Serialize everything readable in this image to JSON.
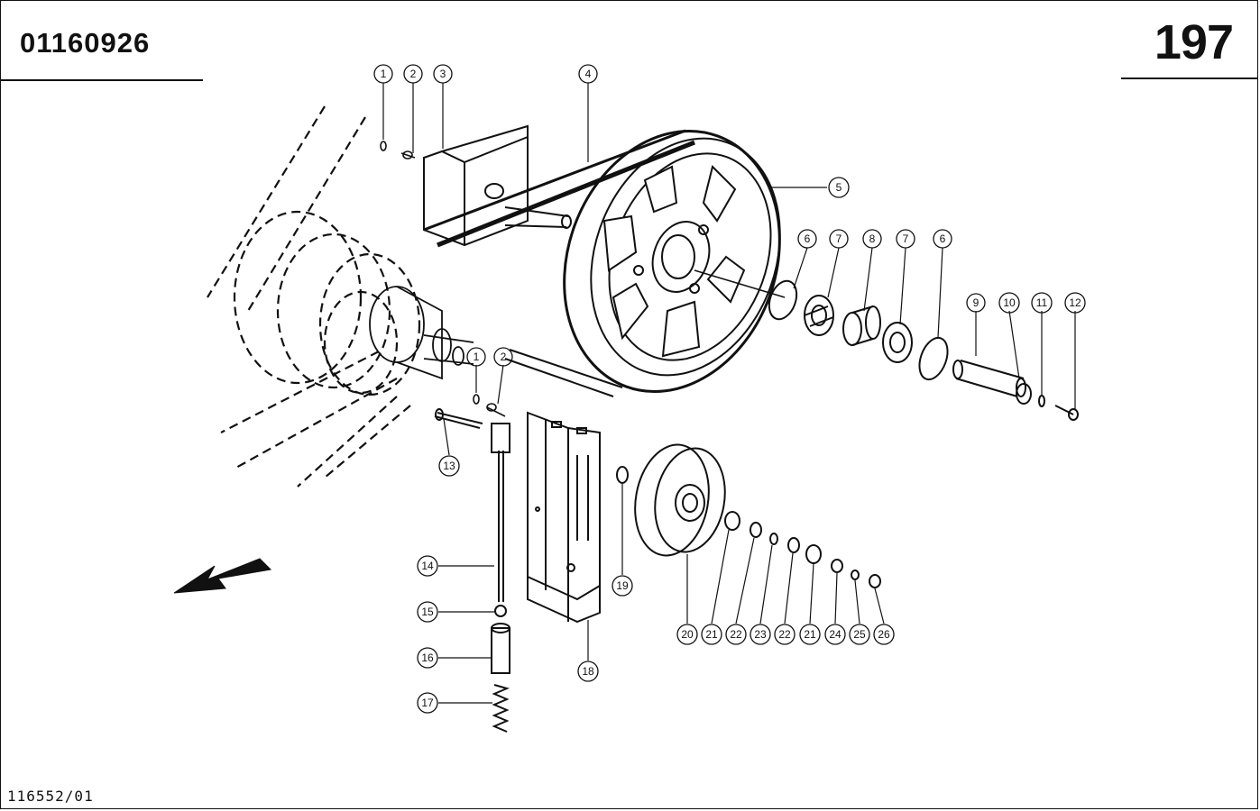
{
  "header": {
    "document_number": "01160926",
    "page_number": "197"
  },
  "footer": {
    "drawing_reference": "116552/01"
  },
  "callouts": {
    "c1a": "1",
    "c2a": "2",
    "c3": "3",
    "c4": "4",
    "c5": "5",
    "c6a": "6",
    "c7a": "7",
    "c8": "8",
    "c7b": "7",
    "c6b": "6",
    "c9": "9",
    "c10": "10",
    "c11": "11",
    "c12": "12",
    "c1b": "1",
    "c2b": "2",
    "c13": "13",
    "c14": "14",
    "c15": "15",
    "c16": "16",
    "c17": "17",
    "c18": "18",
    "c19": "19",
    "c20": "20",
    "c21a": "21",
    "c22a": "22",
    "c23": "23",
    "c22b": "22",
    "c21b": "21",
    "c24": "24",
    "c25": "25",
    "c26": "26"
  },
  "colors": {
    "ink": "#111111",
    "paper": "#ffffff"
  }
}
